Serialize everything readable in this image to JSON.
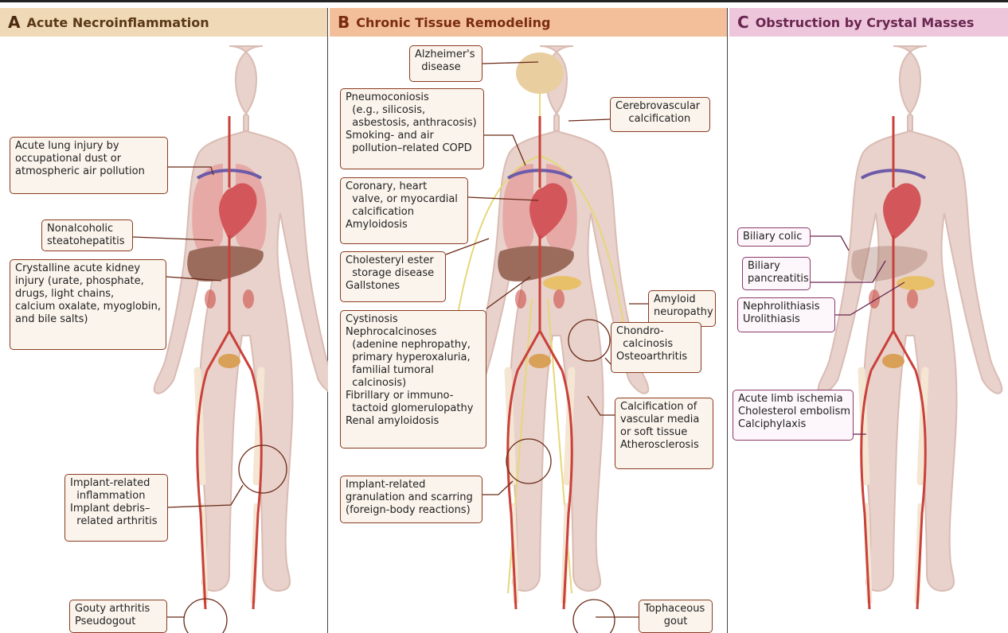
{
  "panels": {
    "a": {
      "letter": "A",
      "title": "Acute Necroinflammation"
    },
    "b": {
      "letter": "B",
      "title": "Chronic Tissue Remodeling"
    },
    "c": {
      "letter": "C",
      "title": "Obstruction by Crystal Masses"
    }
  },
  "labels_a": {
    "lung": "Acute lung injury by\noccupational dust or\natmospheric air pollution",
    "nash": "Nonalcoholic\nsteatohepatitis",
    "kidney": "Crystalline acute kidney\ninjury (urate, phosphate,\ndrugs, light chains,\ncalcium oxalate, myoglobin,\nand bile salts)",
    "implant": "Implant-related\n  inflammation\nImplant debris–\n  related arthritis",
    "gout": "Gouty arthritis\nPseudogout"
  },
  "labels_b": {
    "alz": "Alzheimer's\n  disease",
    "pneumo": "Pneumoconiosis\n  (e.g., silicosis,\n  asbestosis, anthracosis)\nSmoking- and air\n  pollution–related COPD",
    "coronary": "Coronary, heart\n  valve, or myocardial\n  calcification\nAmyloidosis",
    "chol": "Cholesteryl ester\n  storage disease\nGallstones",
    "cyst": "Cystinosis\nNephrocalcinoses\n  (adenine nephropathy,\n  primary hyperoxaluria,\n  familial tumoral\n  calcinosis)\nFibrillary or immuno-\n  tactoid glomerulopathy\nRenal amyloidosis",
    "implant": "Implant-related\ngranulation and scarring\n(foreign-body reactions)",
    "cerebro": "Cerebrovascular\n    calcification",
    "amyloid": "Amyloid\nneuropathy",
    "chondro": "Chondro-\n  calcinosis\nOsteoarthritis",
    "vascular": "Calcification of\nvascular media\nor soft tissue\nAtherosclerosis",
    "tophaceous": "Tophaceous\n      gout"
  },
  "labels_c": {
    "biliary_colic": "Biliary colic",
    "biliary_panc": "Biliary\npancreatitis",
    "nephro": "Nephrolithiasis\nUrolithiasis",
    "limb": "Acute limb ischemia\nCholesterol embolism\nCalciphylaxis"
  },
  "colors": {
    "body": "#e8d2cb",
    "body_outline": "#d9bcb3",
    "artery": "#c9413a",
    "vein": "#6d5aa8",
    "nerve": "#e6d77a",
    "liver": "#9b6b5c",
    "heart": "#d3565a",
    "lung": "#e6a9a6",
    "brain": "#e9cfa0",
    "pancreas": "#e9c06a",
    "bone": "#f5e6d3",
    "bladder": "#d9a058"
  }
}
